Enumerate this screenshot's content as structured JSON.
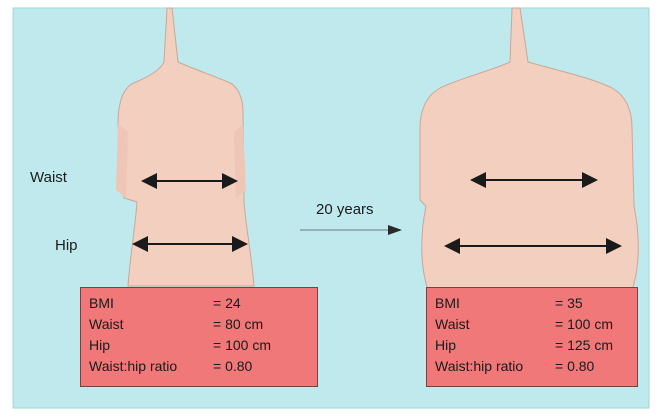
{
  "labels": {
    "waist": "Waist",
    "hip": "Hip",
    "years": "20 years"
  },
  "before": {
    "rows": [
      {
        "label": "BMI",
        "value": "= 24"
      },
      {
        "label": "Waist",
        "value": "= 80 cm"
      },
      {
        "label": "Hip",
        "value": "= 100 cm"
      },
      {
        "label": "Waist:hip ratio",
        "value": "= 0.80"
      }
    ]
  },
  "after": {
    "rows": [
      {
        "label": "BMI",
        "value": "= 35"
      },
      {
        "label": "Waist",
        "value": "= 100 cm"
      },
      {
        "label": "Hip",
        "value": "= 125 cm"
      },
      {
        "label": "Waist:hip ratio",
        "value": "= 0.80"
      }
    ]
  },
  "colors": {
    "panel": "#bfe9ec",
    "skin": "#f2cfbf",
    "stats_box": "#f07878"
  }
}
